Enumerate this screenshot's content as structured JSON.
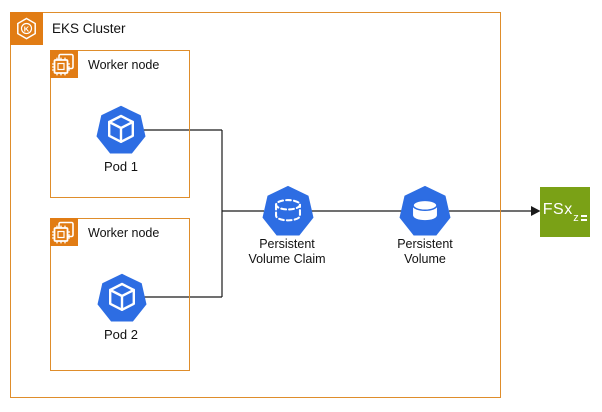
{
  "cluster": {
    "title": "EKS Cluster"
  },
  "worker_nodes": [
    {
      "title": "Worker node",
      "pod_label": "Pod 1"
    },
    {
      "title": "Worker node",
      "pod_label": "Pod 2"
    }
  ],
  "pvc_label": "Persistent\nVolume Claim",
  "pv_label": "Persistent\nVolume",
  "fsx": {
    "main": "FSx",
    "sub": "z"
  },
  "colors": {
    "group_border_orange": "#DF8D2B",
    "icon_orange": "#E17C14",
    "kubernetes_blue": "#2D6DE3",
    "fsx_green": "#7AA116",
    "connector_black": "#1A1A1A"
  }
}
